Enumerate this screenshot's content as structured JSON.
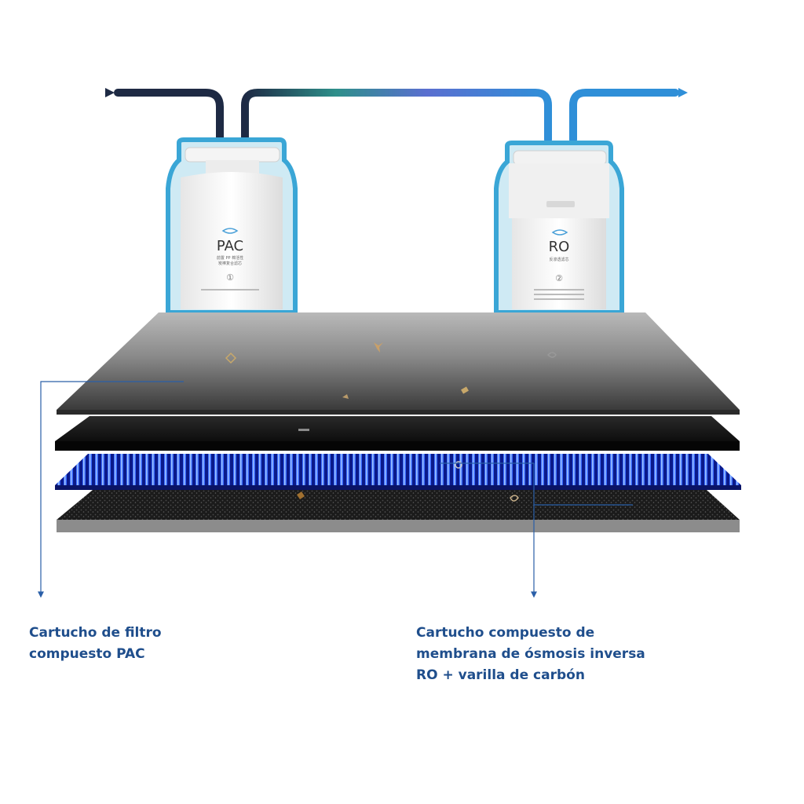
{
  "cartridges": {
    "pac": {
      "label": "PAC",
      "subtitle": "前置 PP 棉活性\n炭棒复合滤芯",
      "number": "①"
    },
    "ro": {
      "label": "RO",
      "subtitle": "反渗透滤芯",
      "number": "②"
    }
  },
  "captions": {
    "pac": [
      "Cartucho de filtro",
      "compuesto PAC"
    ],
    "ro": [
      "Cartucho compuesto de",
      "membrana de ósmosis inversa",
      "RO + varilla de carbón"
    ]
  },
  "colors": {
    "caption": "#1f4e8c",
    "pipe_dark": "#1e2a44",
    "pipe_teal": "#2e8f8a",
    "pipe_blue": "#2f8fd8",
    "membrane_blue": "#3a5cff",
    "leader_line": "#2a5fa8"
  }
}
